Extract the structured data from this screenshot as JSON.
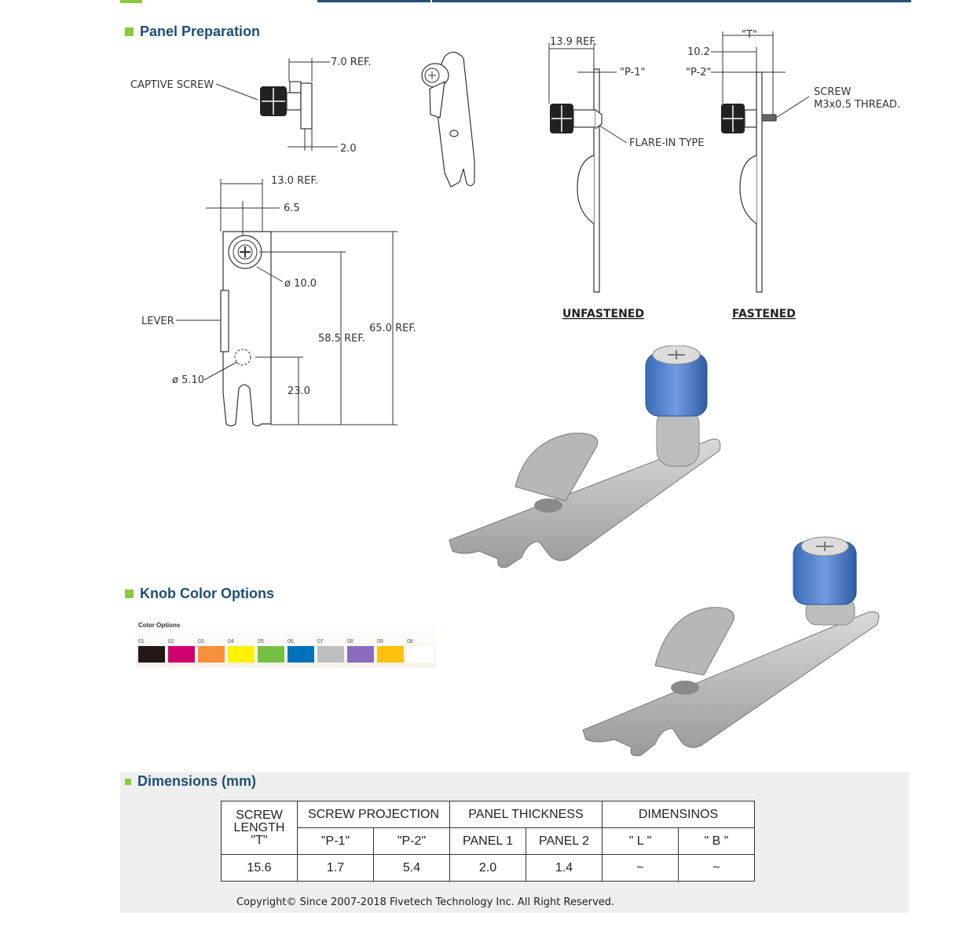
{
  "sections": {
    "panel_preparation": "Panel Preparation",
    "knob_color_options": "Knob Color Options",
    "dimensions": "Dimensions (mm)"
  },
  "drawing_labels": {
    "ref_7": "7.0 REF.",
    "captive_screw": "CAPTIVE SCREW",
    "dim_2": "2.0",
    "ref_13": "13.0 REF.",
    "dim_6_5": "6.5",
    "dia_10": "ø 10.0",
    "lever": "LEVER",
    "ref_58_5": "58.5 REF.",
    "ref_65": "65.0 REF.",
    "dia_5_10": "ø 5.10",
    "dim_23": "23.0",
    "ref_13_9": "13.9 REF.",
    "p1": "\"P-1\"",
    "flare_in": "FLARE-IN TYPE",
    "t": "\"T\"",
    "dim_10_2": "10.2",
    "p2": "\"P-2\"",
    "screw": "SCREW",
    "thread": "M3x0.5 THREAD.",
    "unfastened": "UNFASTENED",
    "fastened": "FASTENED"
  },
  "color_options": {
    "title": "Color Options",
    "swatches": [
      {
        "num": "01",
        "color": "#231815"
      },
      {
        "num": "02",
        "color": "#d0006f"
      },
      {
        "num": "03",
        "color": "#f7913b"
      },
      {
        "num": "04",
        "color": "#fff200"
      },
      {
        "num": "05",
        "color": "#76c043"
      },
      {
        "num": "06",
        "color": "#0072bc"
      },
      {
        "num": "07",
        "color": "#bcbec0"
      },
      {
        "num": "08",
        "color": "#8a6bbe"
      },
      {
        "num": "09",
        "color": "#ffc20e"
      },
      {
        "num": "08",
        "color": "#ffffff"
      }
    ]
  },
  "table": {
    "h_screw_length": "SCREW LENGTH",
    "h_t": "\"T\"",
    "h_screw_projection": "SCREW PROJECTION",
    "h_panel_thickness": "PANEL THICKNESS",
    "h_dimensinos": "DIMENSINOS",
    "sub_p1": "\"P-1\"",
    "sub_p2": "\"P-2\"",
    "sub_panel1": "PANEL 1",
    "sub_panel2": "PANEL 2",
    "sub_l": "\" L \"",
    "sub_b": "\" B \"",
    "row": {
      "t": "15.6",
      "p1": "1.7",
      "p2": "5.4",
      "panel1": "2.0",
      "panel2": "1.4",
      "l": "~",
      "b": "~"
    }
  },
  "copyright": "Copyright© Since 2007-2018 Fivetech Technology Inc. All Right Reserved."
}
